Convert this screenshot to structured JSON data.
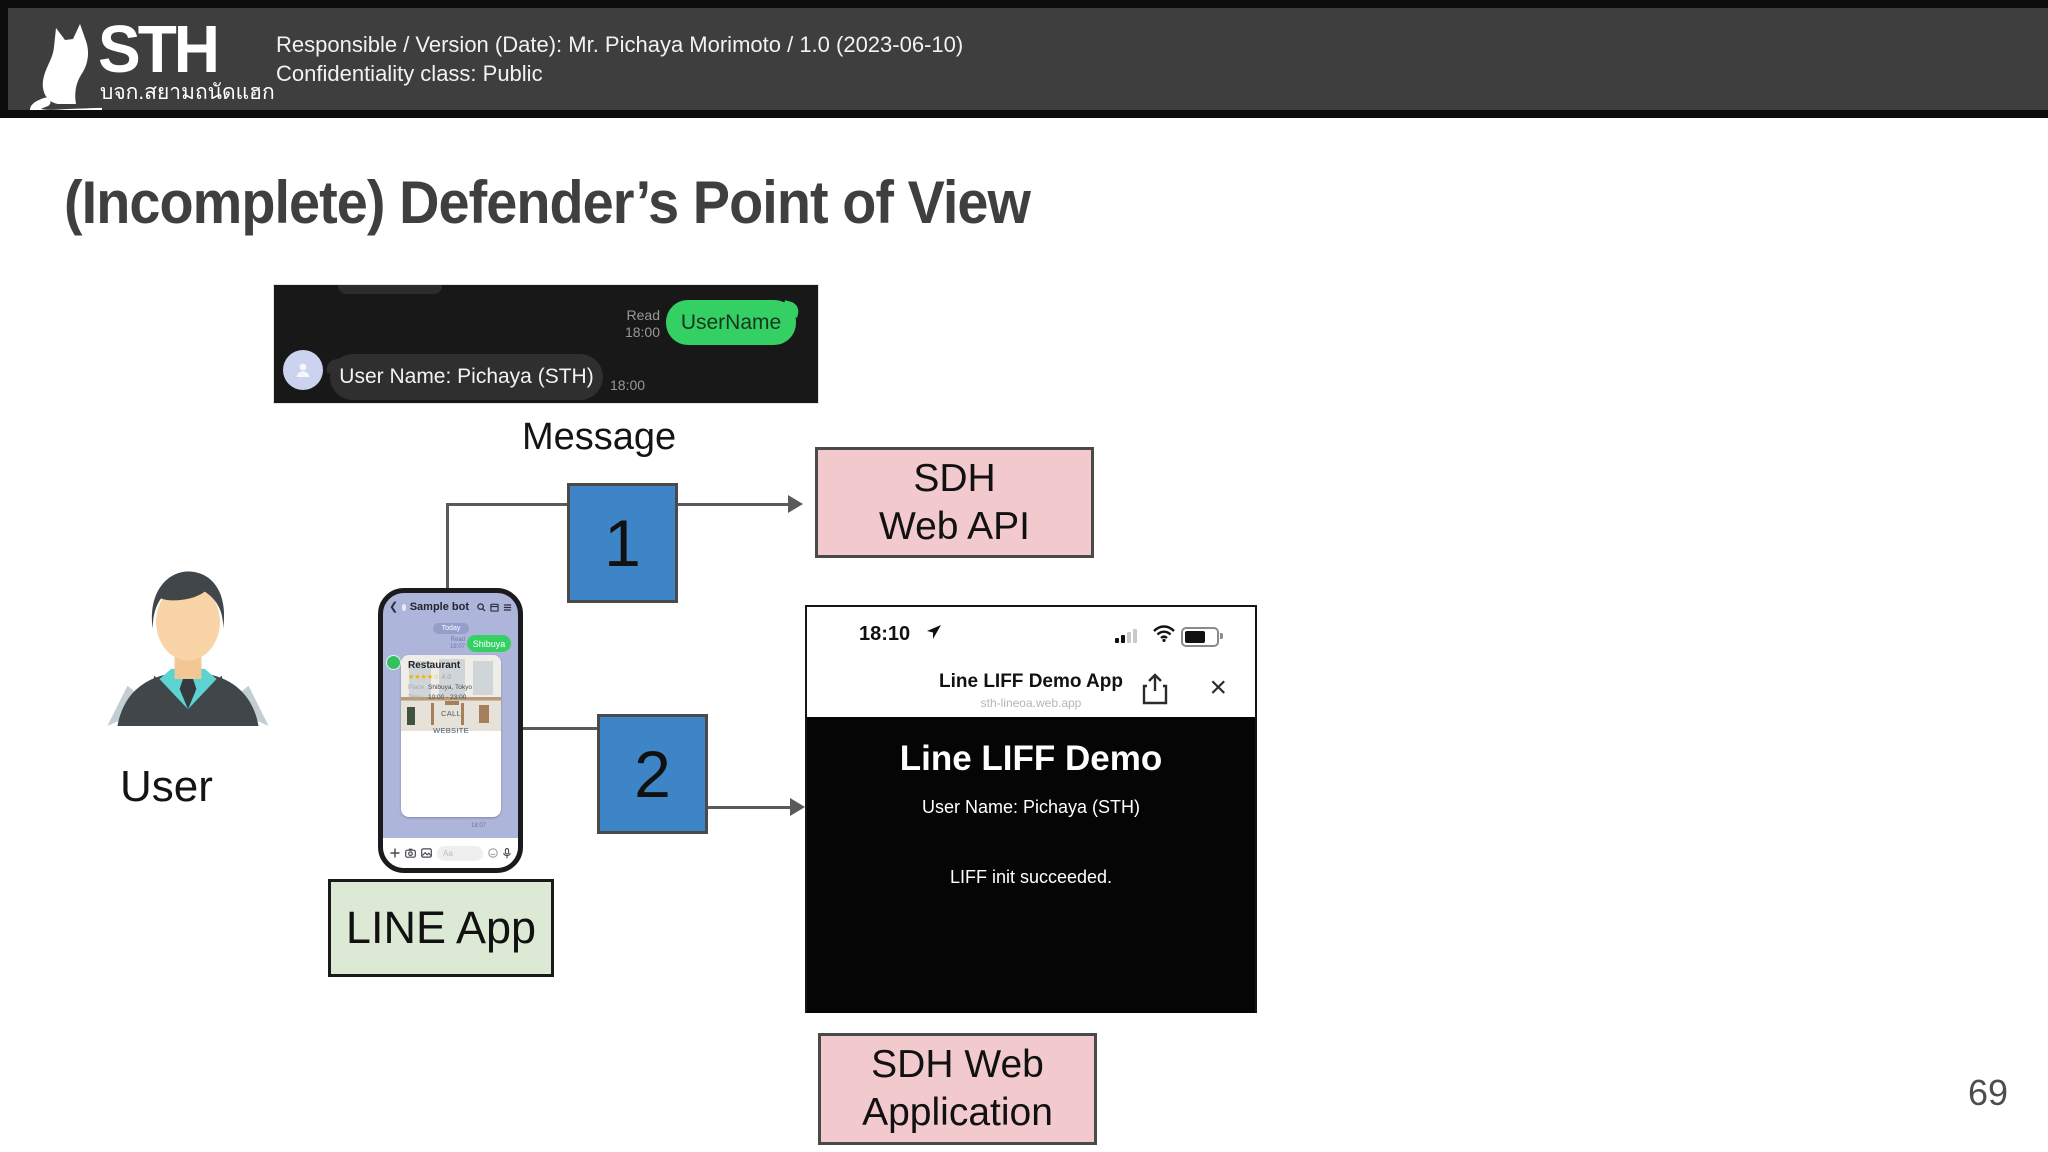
{
  "header": {
    "logo_text": "STH",
    "logo_subtext": "บจก.สยามถนัดแฮก",
    "responsible_line": "Responsible / Version (Date): Mr. Pichaya Morimoto / 1.0 (2023-06-10)",
    "confidentiality_line": "Confidentiality class: Public"
  },
  "slide": {
    "title": "(Incomplete) Defender’s Point of View",
    "page_number": "69"
  },
  "chat_screenshot": {
    "read_label": "Read",
    "read_time": "18:00",
    "outgoing_message": "UserName",
    "incoming_message": "User Name: Pichaya (STH)",
    "incoming_time": "18:00"
  },
  "diagram": {
    "message_label": "Message",
    "step_1": "1",
    "step_2": "2",
    "user_label": "User",
    "line_app_label": "LINE App",
    "sdh_web_api_line1": "SDH",
    "sdh_web_api_line2": "Web API",
    "sdh_web_app_line1": "SDH Web",
    "sdh_web_app_line2": "Application"
  },
  "line_phone": {
    "contact_name": "Sample bot",
    "date_pill": "Today",
    "read_label": "Read",
    "read_time": "18:07",
    "outgoing_message": "Shibuya",
    "message_time": "18:07",
    "input_placeholder": "Aa",
    "card": {
      "title": "Restaurant",
      "stars": "★★★★☆",
      "rating": "4.0",
      "place_label": "Place",
      "place_value": "Shibuya, Tokyo",
      "time_label": "Time",
      "time_value": "10:00 - 23:00",
      "call_button": "CALL",
      "website_button": "WEBSITE"
    }
  },
  "liff_screenshot": {
    "status_time": "18:10",
    "nav_title": "Line LIFF Demo App",
    "nav_url": "sth-lineoa.web.app",
    "heading": "Line LIFF Demo",
    "user_name": "User Name: Pichaya (STH)",
    "init_status": "LIFF init succeeded.",
    "close_glyph": "×"
  },
  "colors": {
    "header_bg": "#3e3e3e",
    "accent_blue": "#3d85c6",
    "accent_pink": "#f2cace",
    "accent_green_box": "#dce9d5",
    "line_green": "#35d064",
    "phone_screen": "#aeb5da",
    "connector": "#5a5a5a"
  }
}
